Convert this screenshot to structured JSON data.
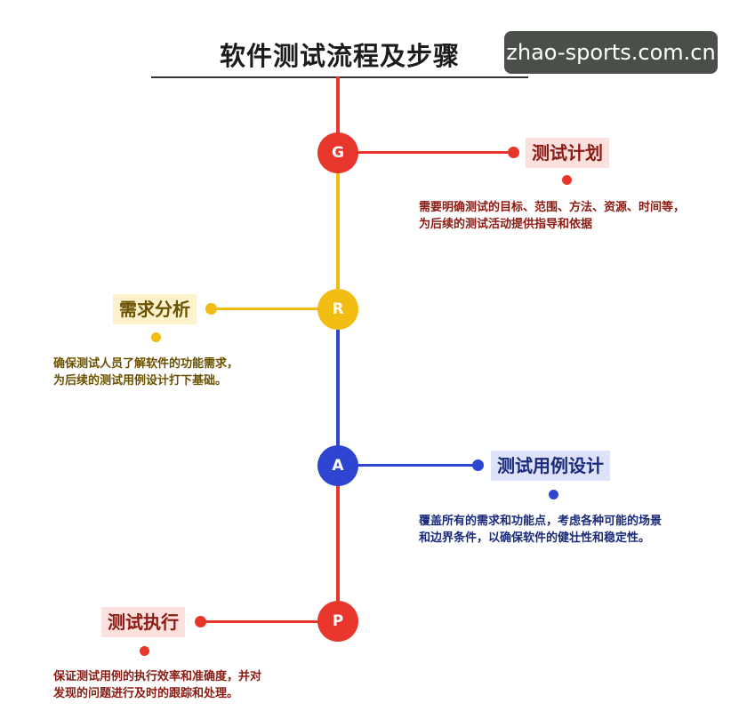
{
  "title": "软件测试流程及步骤",
  "watermark": "zhao-sports.com.cn",
  "colors": {
    "red": "#e8362c",
    "yellow": "#f1bd12",
    "blue": "#2e45d2",
    "red_label_bg": "#fbe0dd",
    "yellow_label_bg": "#fdf2cc",
    "blue_label_bg": "#dde1fa",
    "red_text": "#8b1a12",
    "yellow_text": "#6b5200",
    "blue_text": "#1a2a7a"
  },
  "steps": [
    {
      "letter": "G",
      "label": "测试计划",
      "desc_lines": [
        "需要明确测试的目标、范围、方法、资源、时间等，",
        "为后续的测试活动提供指导和依据"
      ]
    },
    {
      "letter": "R",
      "label": "需求分析",
      "desc_lines": [
        "确保测试人员了解软件的功能需求，",
        "为后续的测试用例设计打下基础。"
      ]
    },
    {
      "letter": "A",
      "label": "测试用例设计",
      "desc_lines": [
        "覆盖所有的需求和功能点，考虑各种可能的场景",
        "和边界条件，以确保软件的健壮性和稳定性。"
      ]
    },
    {
      "letter": "P",
      "label": "测试执行",
      "desc_lines": [
        "保证测试用例的执行效率和准确度，并对",
        "发现的问题进行及时的跟踪和处理。"
      ]
    }
  ]
}
